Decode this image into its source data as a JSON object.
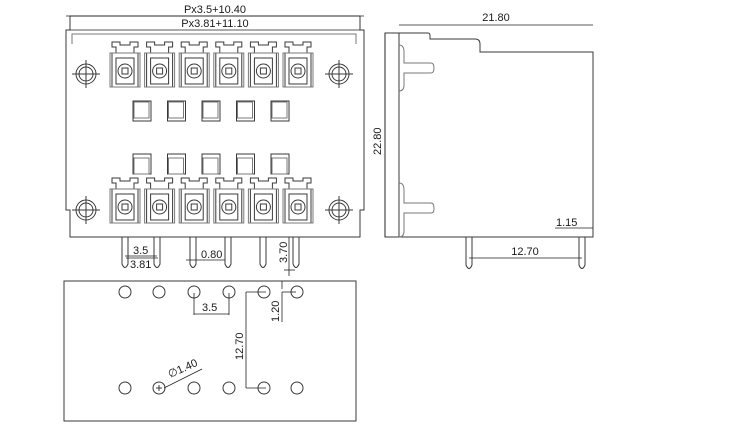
{
  "drawing": {
    "title": "Pluggable terminal block connector – dual row dimensional drawing",
    "pole_count_per_row": 6,
    "views": [
      "front-view",
      "side-view",
      "pcb-layout"
    ]
  },
  "front_view": {
    "dims": {
      "overall_width_p35": "Px3.5+10.40",
      "overall_width_p381": "Px3.81+11.10",
      "pitch_35": "3.5",
      "pitch_381": "3.81",
      "pin_width": "0.80",
      "pin_length": "3.70"
    }
  },
  "side_view": {
    "dims": {
      "depth": "21.80",
      "height": "22.80",
      "pin_offset": "1.15",
      "row_spacing": "12.70"
    }
  },
  "pcb_layout": {
    "dims": {
      "pitch": "3.5",
      "edge_offset": "1.20",
      "row_spacing": "12.70",
      "hole_diameter": "∅1.40"
    },
    "holes_per_row": 6,
    "rows": 2
  }
}
